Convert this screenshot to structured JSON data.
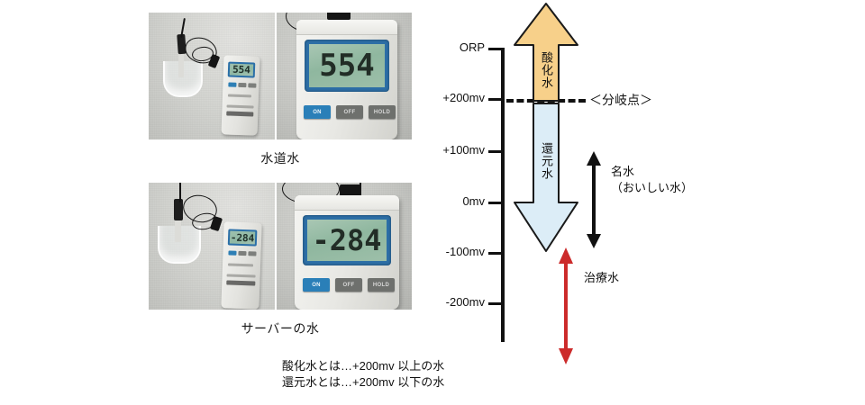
{
  "photos": [
    {
      "caption": "水道水",
      "reading": "554",
      "buttons": [
        "ON",
        "OFF",
        "HOLD"
      ]
    },
    {
      "caption": "サーバーの水",
      "reading": "-284",
      "buttons": [
        "ON",
        "OFF",
        "HOLD"
      ]
    }
  ],
  "scale": {
    "axis_title": "ORP",
    "ticks": [
      {
        "label": "ORP",
        "value": null
      },
      {
        "label": "+200mv",
        "value": 200
      },
      {
        "label": "+100mv",
        "value": 100
      },
      {
        "label": "0mv",
        "value": 0
      },
      {
        "label": "-100mv",
        "value": -100
      },
      {
        "label": "-200mv",
        "value": -200
      }
    ],
    "branch_point_label": "＜分岐点＞",
    "up_arrow": {
      "label": "酸化水",
      "color": "#f7d08a"
    },
    "down_arrow": {
      "label": "還元水",
      "color": "#dcedf7"
    },
    "black_arrow": {
      "label_line1": "名水",
      "label_line2": "（おいしい水）",
      "color": "#111111"
    },
    "red_arrow": {
      "label": "治療水",
      "color": "#cc2b2b"
    }
  },
  "footnotes": {
    "line1": "酸化水とは…+200mv 以上の水",
    "line2": "還元水とは…+200mv 以下の水"
  }
}
